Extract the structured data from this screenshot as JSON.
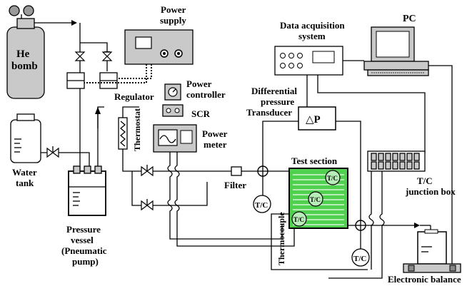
{
  "labels": {
    "he_bomb_line1": "He",
    "he_bomb_line2": "bomb",
    "water_tank_line1": "Water",
    "water_tank_line2": "tank",
    "power_supply_line1": "Power",
    "power_supply_line2": "supply",
    "regulator": "Regulator",
    "power_controller_line1": "Power",
    "power_controller_line2": "controller",
    "scr": "SCR",
    "power_meter_line1": "Power",
    "power_meter_line2": "meter",
    "thermostat": "Thermostat",
    "pressure_vessel_line1": "Pressure",
    "pressure_vessel_line2": "vessel",
    "pressure_vessel_line3": "(Pneumatic",
    "pressure_vessel_line4": "pump)",
    "data_acq_line1": "Data acquisition",
    "data_acq_line2": "system",
    "pc": "PC",
    "diff_line1": "Differential",
    "diff_line2": "pressure",
    "diff_line3": "Transducer",
    "delta_p": "△P",
    "filter": "Filter",
    "test_section": "Test section",
    "thermocouple": "Thermocouple",
    "tc_junction_line1": "T/C",
    "tc_junction_line2": "junction box",
    "tc_inlet": "T/C",
    "tc_outlet": "T/C",
    "tc_top": "T/C",
    "tc_mid": "T/C",
    "tc_bottom": "T/C",
    "electronic_balance": "Electronic balance"
  },
  "colors": {
    "test_section_fill": "#4fd14f",
    "test_section_stripe": "#d8f5d8",
    "equipment_grey": "#c9c9c9"
  }
}
